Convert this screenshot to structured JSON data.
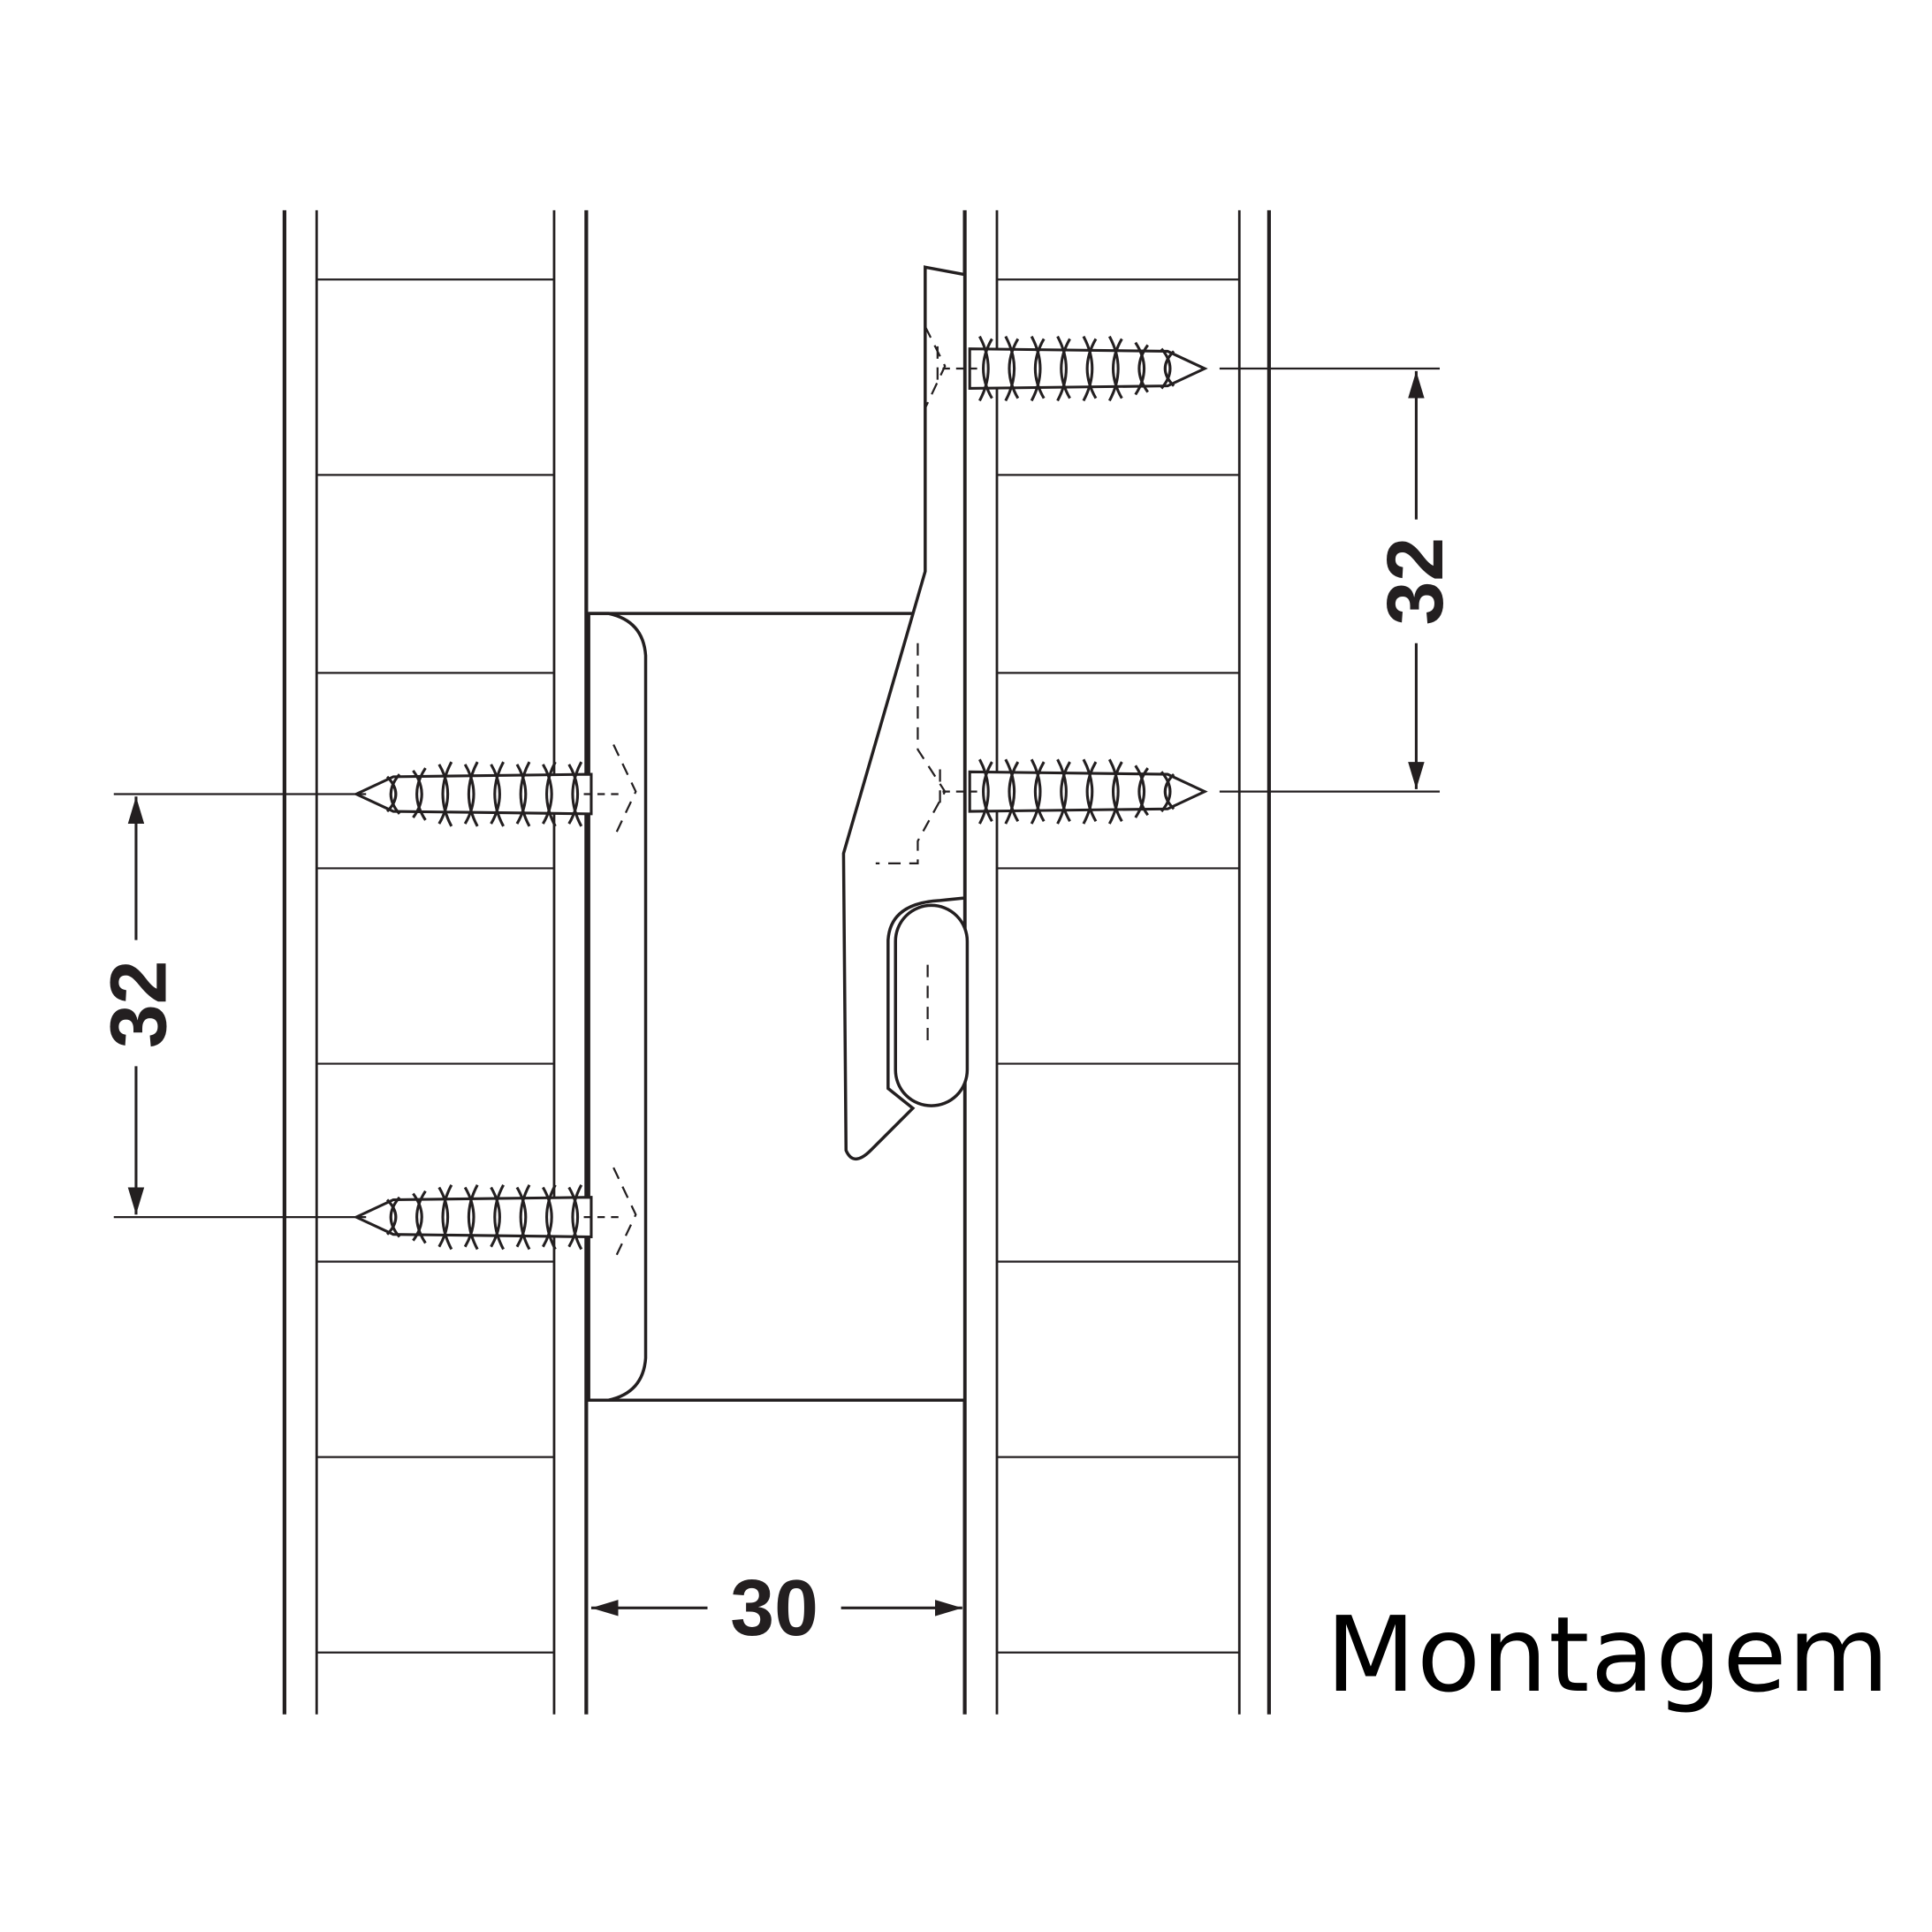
{
  "diagram": {
    "caption": "Montagem",
    "dimensions": {
      "right_vertical": "32",
      "left_vertical": "32",
      "horizontal_gap": "30"
    },
    "colors": {
      "line": "#231f20",
      "background": "#ffffff"
    }
  }
}
